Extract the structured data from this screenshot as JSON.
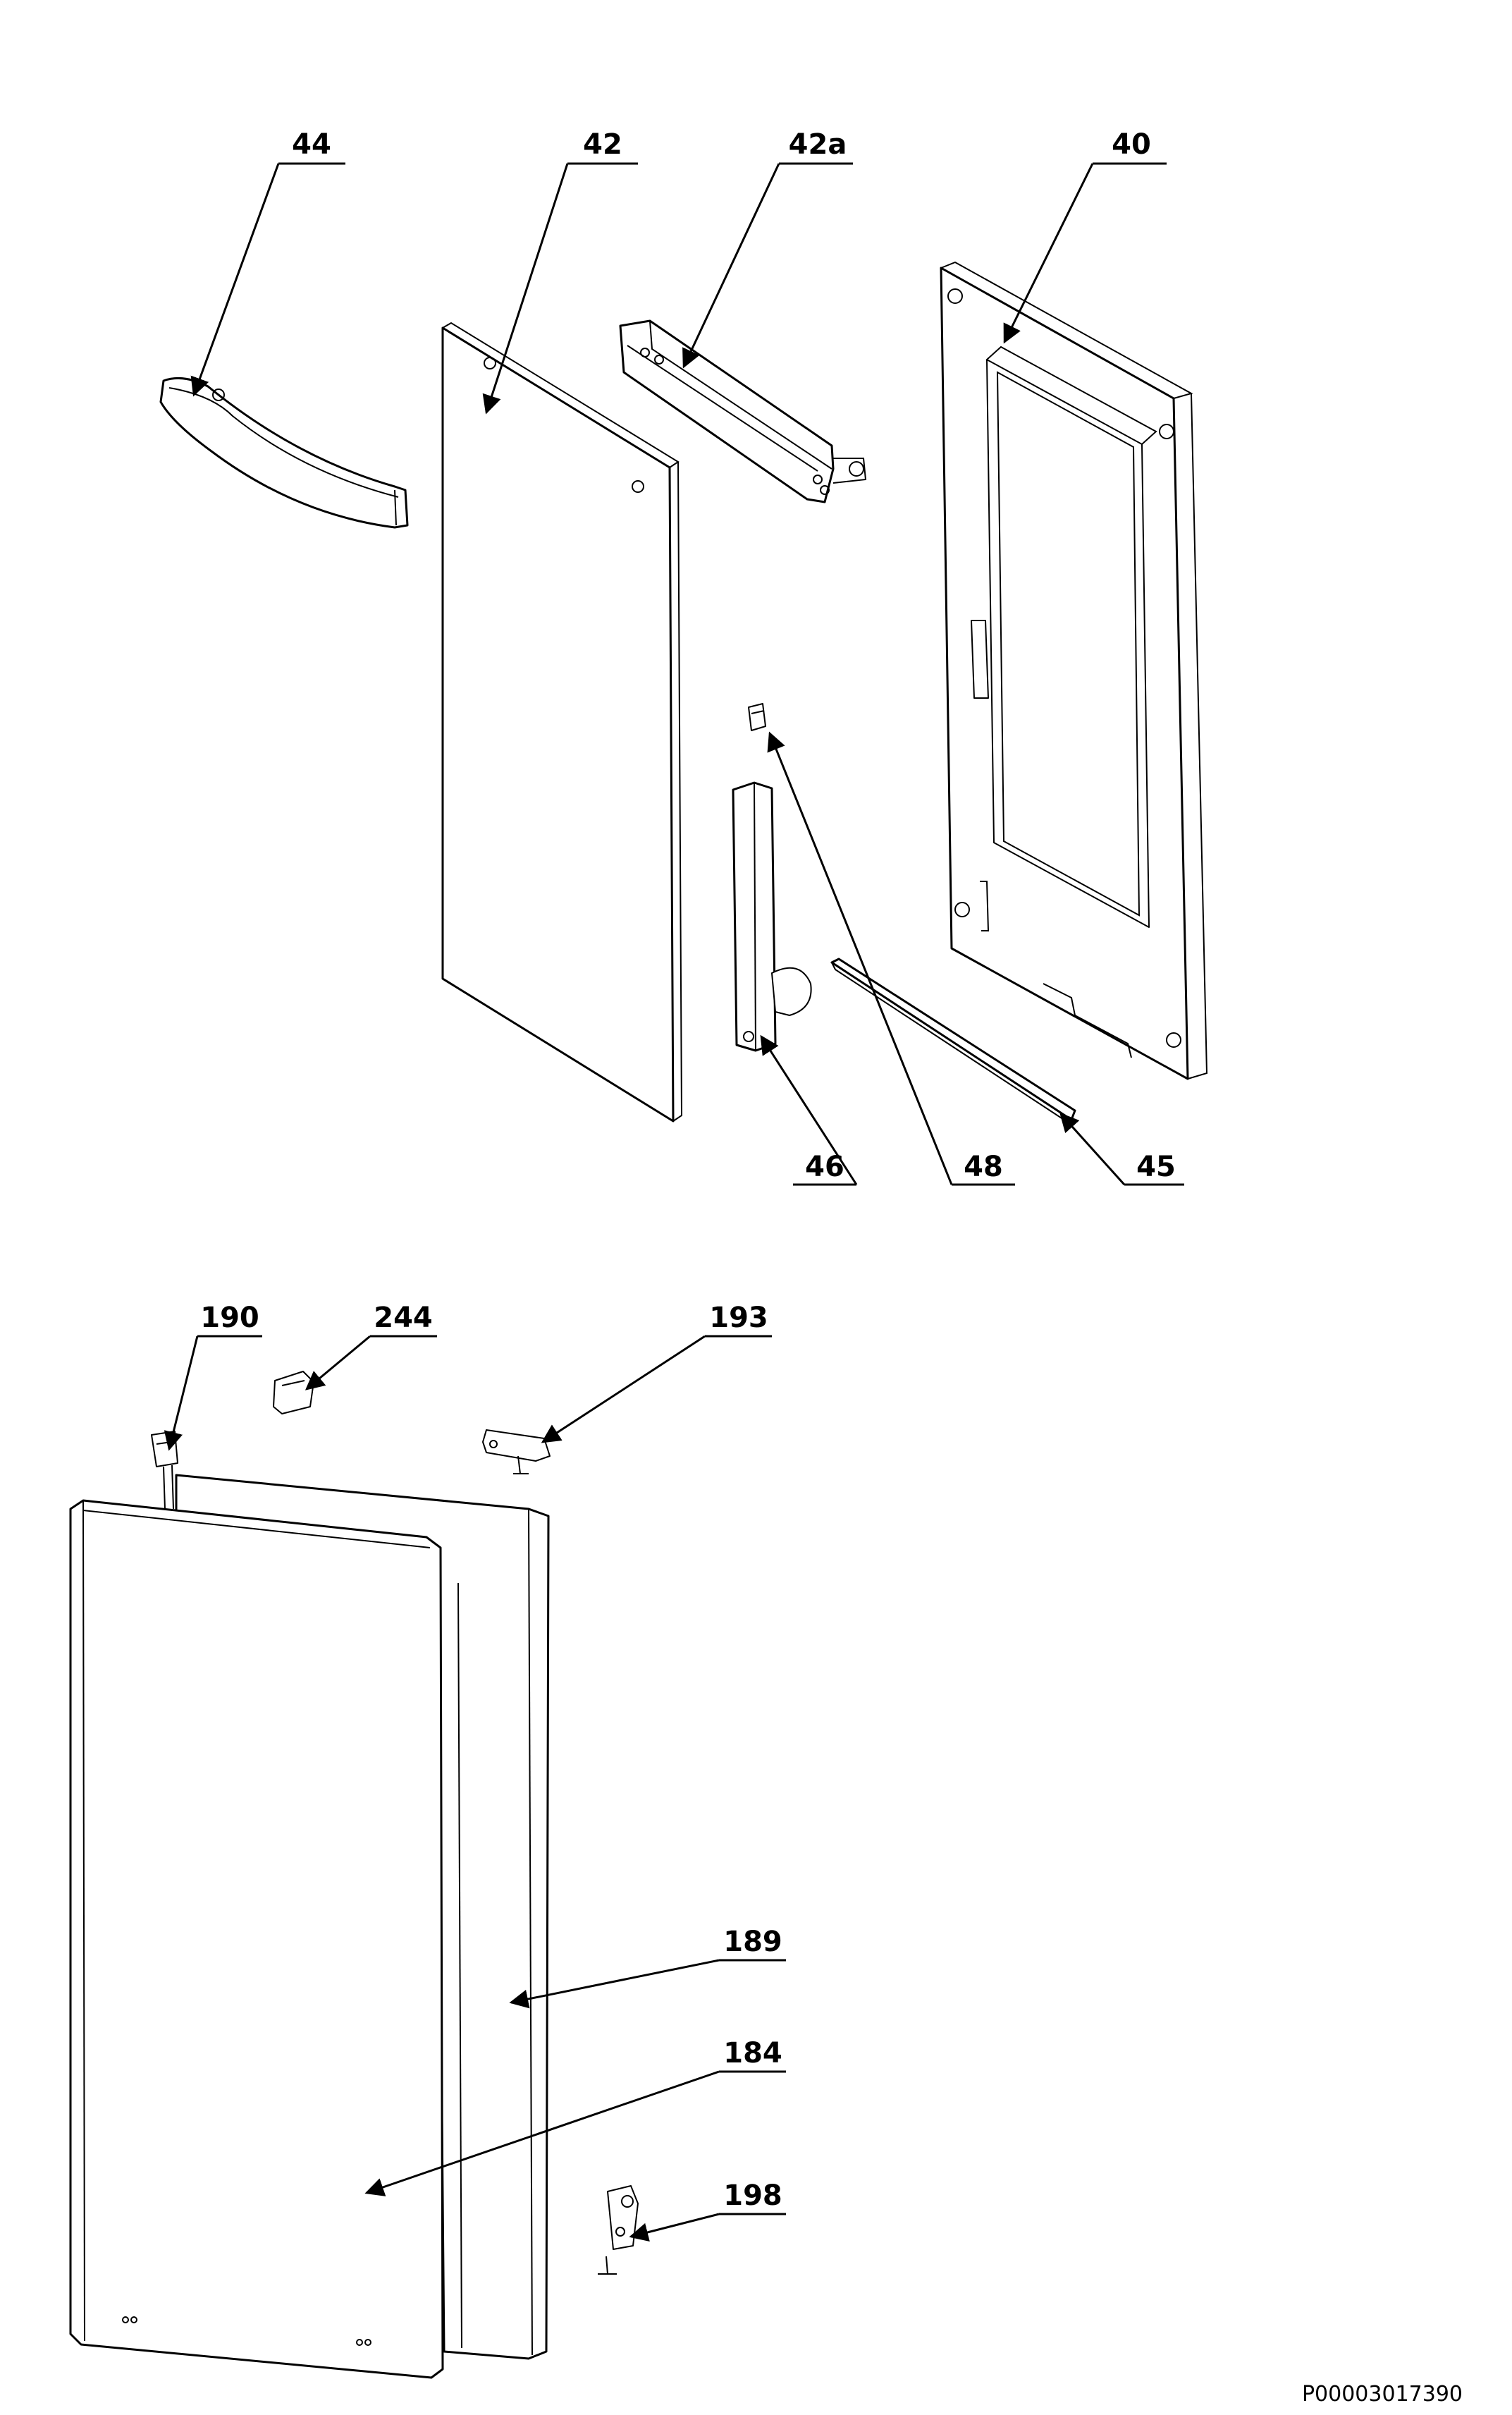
{
  "callouts": {
    "p44": "44",
    "p42": "42",
    "p42a": "42a",
    "p40": "40",
    "p46": "46",
    "p48": "48",
    "p45": "45",
    "p190": "190",
    "p244": "244",
    "p193": "193",
    "p189": "189",
    "p184": "184",
    "p198": "198"
  },
  "drawing_id": "P00003017390"
}
